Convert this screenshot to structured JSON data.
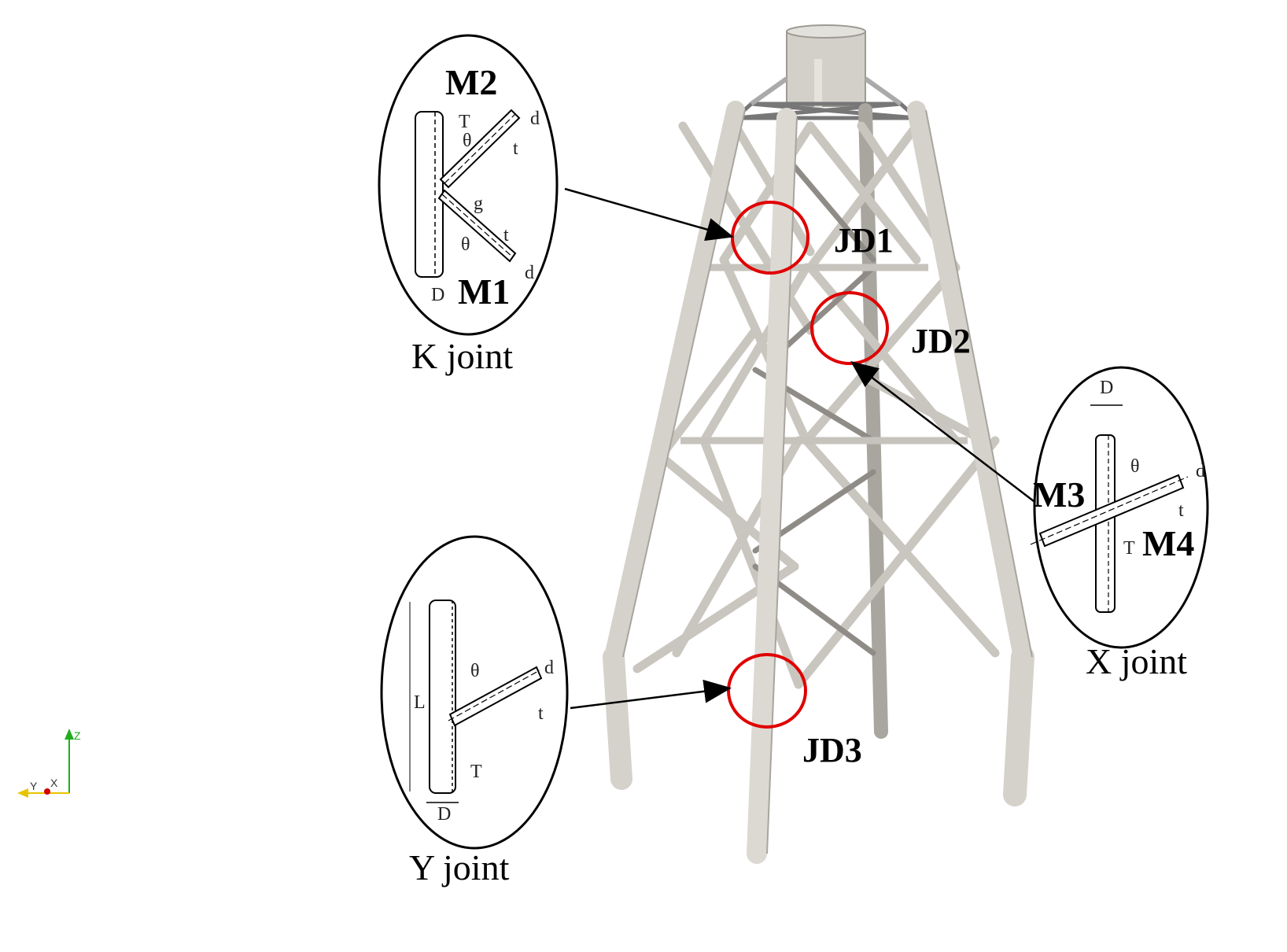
{
  "colors": {
    "structure": "#d8d5cd",
    "structure_dark": "#a9a6a0",
    "highlight": "#e00000",
    "ink": "#000000"
  },
  "jackets": {
    "labels": [
      "JD1",
      "JD2",
      "JD3"
    ]
  },
  "k_joint": {
    "caption": "K joint",
    "member_top": "M2",
    "member_bottom": "M1",
    "dim_T": "T",
    "dim_d_top": "d",
    "dim_t_top": "t",
    "dim_g": "g",
    "dim_theta_top": "θ",
    "dim_theta_bottom": "θ",
    "dim_t_bottom": "t",
    "dim_d_bottom": "d",
    "dim_D": "D"
  },
  "x_joint": {
    "caption": "X joint",
    "member_left": "M3",
    "member_right": "M4",
    "dim_D": "D",
    "dim_theta": "θ",
    "dim_d": "d",
    "dim_t": "t",
    "dim_T": "T"
  },
  "y_joint": {
    "caption": "Y joint",
    "dim_L": "L",
    "dim_theta": "θ",
    "dim_d": "d",
    "dim_t": "t",
    "dim_T": "T",
    "dim_D": "D"
  },
  "axes_triad": {
    "z": "Z",
    "y": "Y",
    "x": "X",
    "colors": {
      "z": "#1fae1f",
      "y": "#e8c400",
      "x": "#d40000"
    }
  }
}
